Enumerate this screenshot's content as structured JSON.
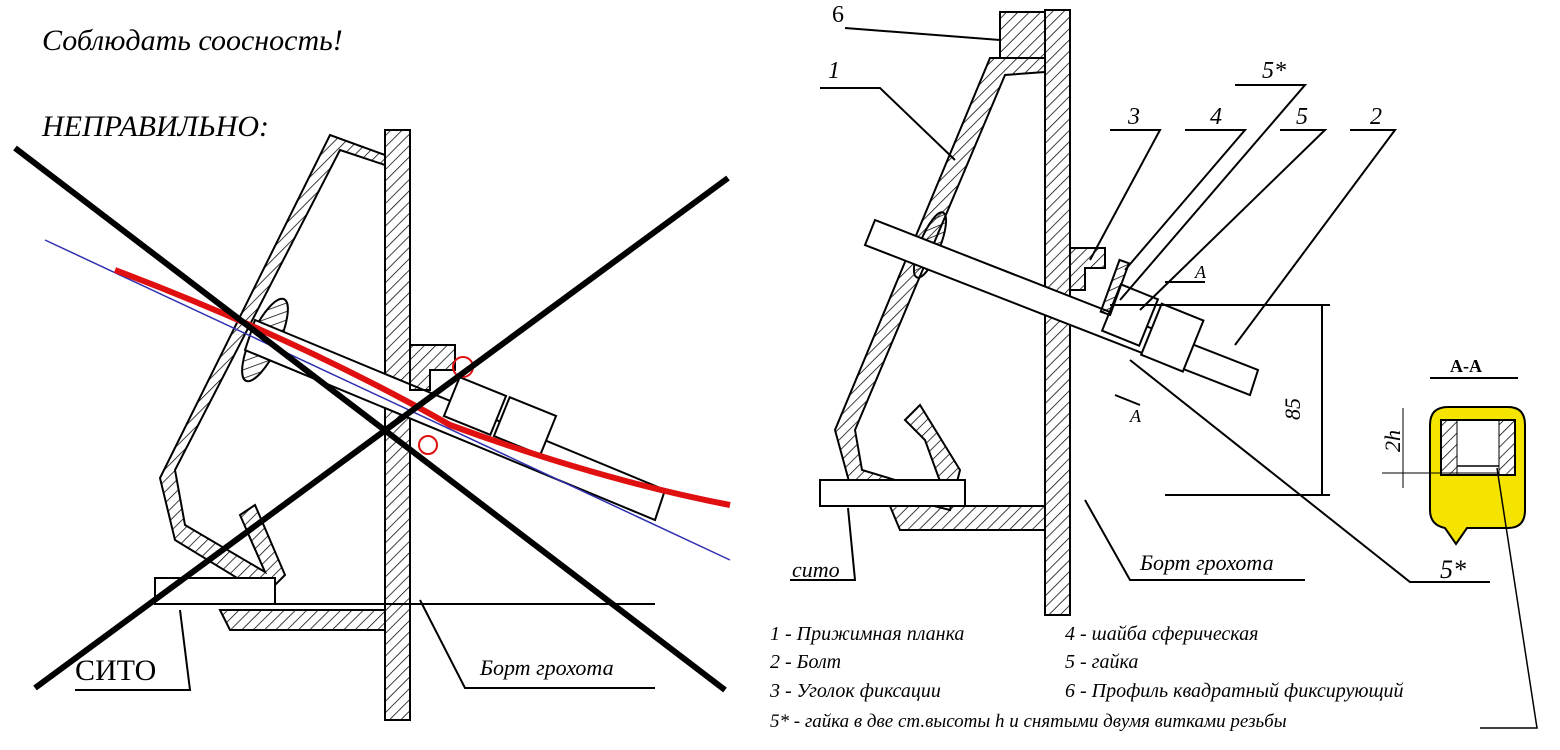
{
  "left": {
    "title": "Соблюдать соосность!",
    "verdict": "НЕПРАВИЛЬНО:",
    "sieve_label": "СИТО",
    "wall_label": "Борт грохота"
  },
  "right": {
    "callouts": [
      "6",
      "1",
      "5*",
      "3",
      "4",
      "5",
      "2"
    ],
    "section_marks": [
      "А",
      "А"
    ],
    "dimension": "85",
    "sieve_label": "сито",
    "wall_label": "Борт грохота",
    "section": {
      "title": "А-А",
      "height_label": "2h",
      "part_label": "5*"
    }
  },
  "legend": {
    "col1": [
      "1 - Прижимная планка",
      "2 - Болт",
      "3 -  Уголок фиксации"
    ],
    "col2": [
      "4 - шайба сферическая",
      "5 - гайка",
      "6 - Профиль квадратный фиксирующий"
    ],
    "note": "5* - гайка в две ст.высоты h и снятыми двумя витками резьбы"
  },
  "colors": {
    "alignment_red": "#e01010",
    "axis_blue": "#3030b0",
    "highlight_yellow": "#f5e400"
  }
}
